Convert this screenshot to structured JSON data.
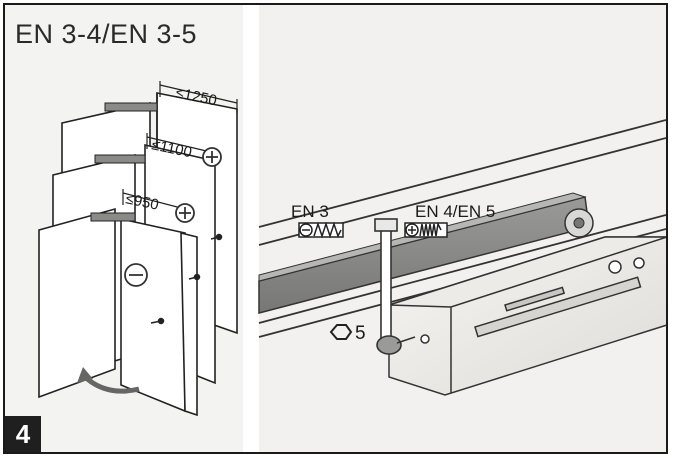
{
  "figure": {
    "title": "EN 3-4/EN 3-5",
    "step_number": "4",
    "door_widths": {
      "large": "≤1250",
      "medium": "≤1100",
      "small": "≤950"
    },
    "strength_labels": {
      "low": "EN 3",
      "high": "EN 4/EN 5"
    },
    "tool_label": "5",
    "colors": {
      "frame": "#1a1a1a",
      "line": "#222222",
      "arm": "#8a8a88",
      "panel_left": "#f3f3f1",
      "panel_right": "#f2f1ef"
    },
    "icons": [
      "plus-icon",
      "minus-icon",
      "hex-key-icon",
      "spring-icon",
      "rotation-arrow-icon"
    ]
  }
}
